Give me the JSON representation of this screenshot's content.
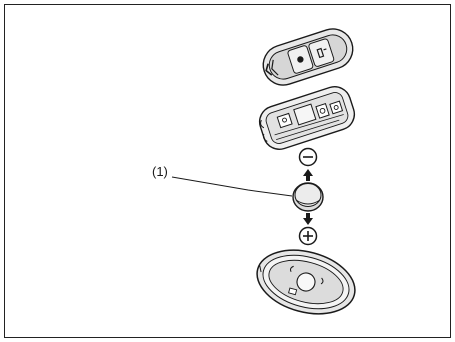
{
  "diagram": {
    "callouts": [
      {
        "label": "(1)"
      }
    ],
    "polarity": {
      "negative": "⊖",
      "positive": "⊕"
    },
    "parts": [
      "remote-upper-cover",
      "remote-circuit-board",
      "coin-battery",
      "remote-lower-cover"
    ],
    "colors": {
      "line": "#1a1a1a",
      "body_fill": "#e6e6e6",
      "inner_fill": "#cfcfcf",
      "battery_fill": "#d9d9d9"
    }
  }
}
